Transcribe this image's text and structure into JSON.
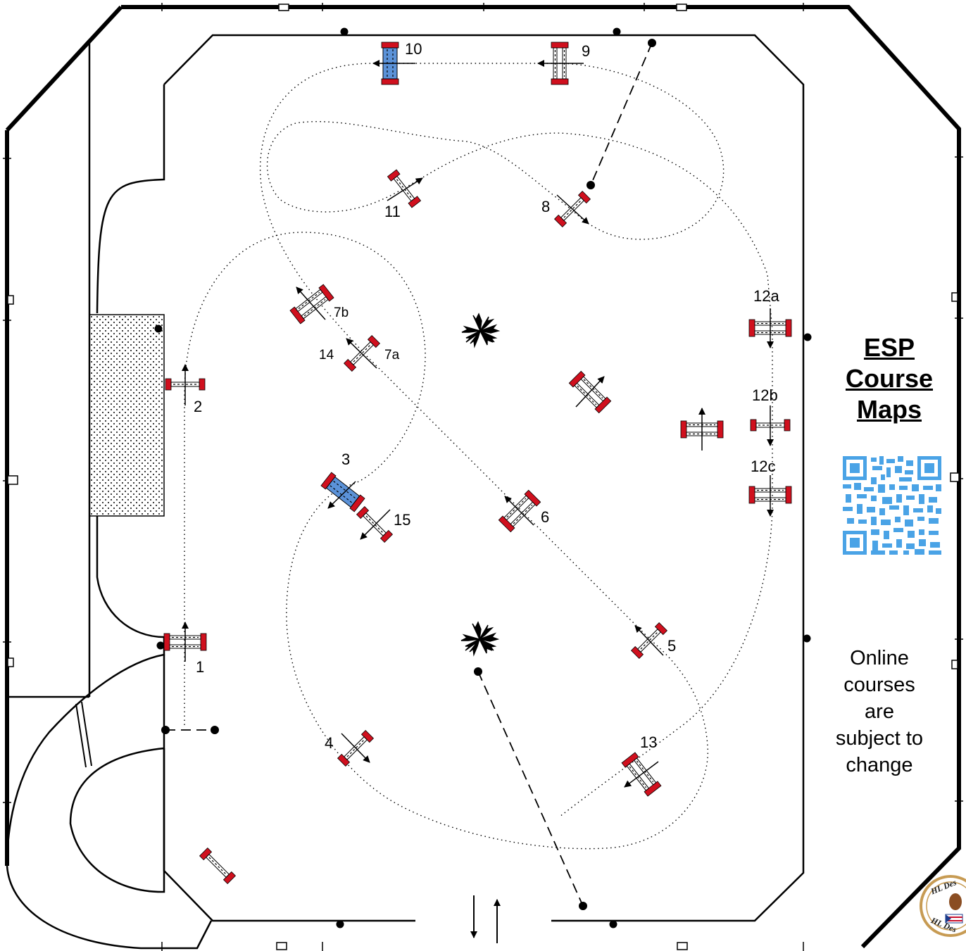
{
  "title_lines": [
    "ESP",
    "Course",
    "Maps"
  ],
  "disclaimer_lines": [
    "Online",
    "courses",
    "are",
    "subject to",
    "change"
  ],
  "logo_text": "HL Des",
  "colors": {
    "standard": "#d0101e",
    "rail": "#ffffff",
    "blue": "#5b92d8",
    "qr": "#4aa3e6"
  },
  "icons": [
    "qr-code-icon",
    "palm-plant-icon",
    "logo-seal-icon",
    "gate-arrow-icon"
  ],
  "fences": [
    {
      "id": "f1",
      "label": "1",
      "type": "oxer",
      "color": "red"
    },
    {
      "id": "f2",
      "label": "2",
      "type": "vertical",
      "color": "red"
    },
    {
      "id": "f3",
      "label": "3",
      "type": "oxer",
      "color": "blue"
    },
    {
      "id": "f4",
      "label": "4",
      "type": "vertical",
      "color": "red"
    },
    {
      "id": "f5",
      "label": "5",
      "type": "vertical",
      "color": "red"
    },
    {
      "id": "f6",
      "label": "6",
      "type": "oxer",
      "color": "red"
    },
    {
      "id": "f7a",
      "label": "7a",
      "type": "vertical",
      "color": "red"
    },
    {
      "id": "f7b",
      "label": "7b",
      "type": "oxer",
      "color": "red"
    },
    {
      "id": "f8",
      "label": "8",
      "type": "vertical",
      "color": "red"
    },
    {
      "id": "f9",
      "label": "9",
      "type": "oxer",
      "color": "red"
    },
    {
      "id": "f10",
      "label": "10",
      "type": "oxer",
      "color": "blue"
    },
    {
      "id": "f11",
      "label": "11",
      "type": "vertical",
      "color": "red"
    },
    {
      "id": "f12a",
      "label": "12a",
      "type": "oxer",
      "color": "red"
    },
    {
      "id": "f12b",
      "label": "12b",
      "type": "vertical",
      "color": "red"
    },
    {
      "id": "f12c",
      "label": "12c",
      "type": "oxer",
      "color": "red"
    },
    {
      "id": "f13",
      "label": "13",
      "type": "oxer",
      "color": "red"
    },
    {
      "id": "f14",
      "label": "14",
      "type": "vertical",
      "color": "red"
    },
    {
      "id": "f15",
      "label": "15",
      "type": "vertical",
      "color": "red"
    }
  ]
}
